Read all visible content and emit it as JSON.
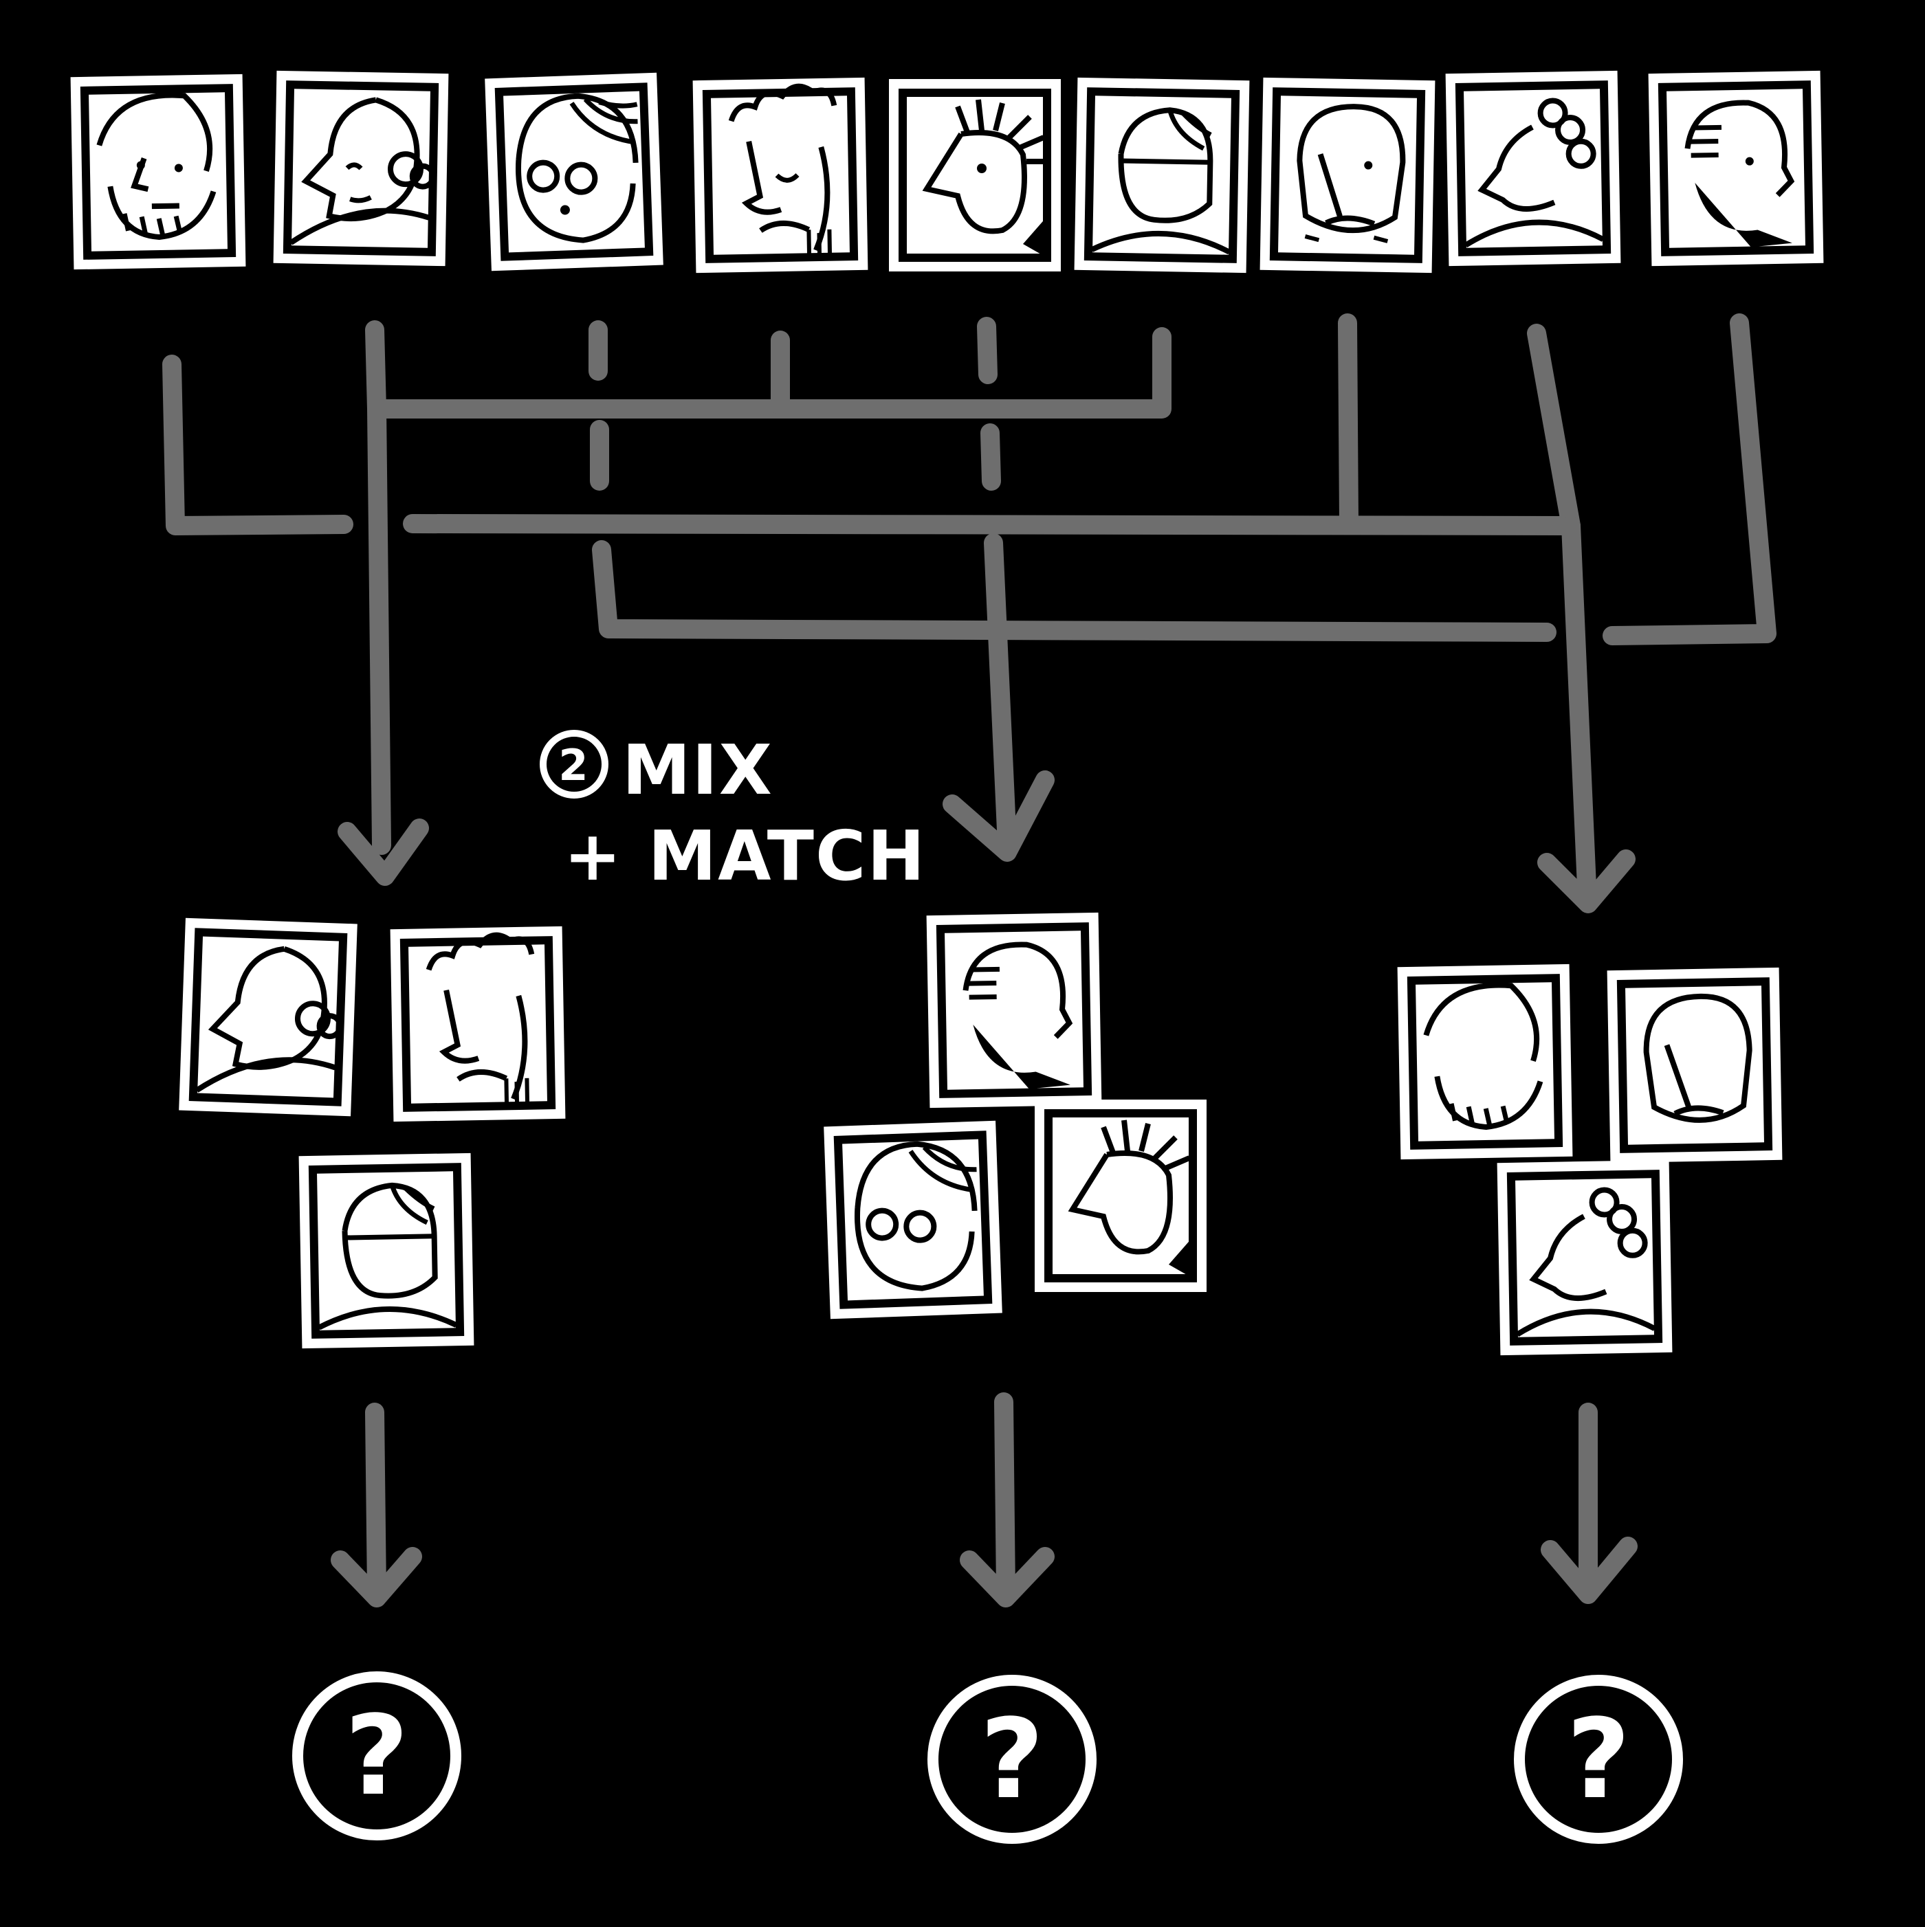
{
  "step": {
    "number": "2",
    "line1": "MIX",
    "line2": "+ MATCH"
  },
  "outcome": {
    "symbol": "?"
  },
  "colors": {
    "background": "#000000",
    "connector": "#6e6e6e",
    "ink": "#ffffff"
  },
  "portraits": [
    {
      "id": 1,
      "icon": "bearded-man-portrait-icon"
    },
    {
      "id": 2,
      "icon": "glasses-woman-portrait-icon"
    },
    {
      "id": 3,
      "icon": "curly-glasses-portrait-icon"
    },
    {
      "id": 4,
      "icon": "curly-hair-frown-portrait-icon"
    },
    {
      "id": 5,
      "icon": "spiky-hair-portrait-icon"
    },
    {
      "id": 6,
      "icon": "side-part-portrait-icon"
    },
    {
      "id": 7,
      "icon": "old-man-portrait-icon"
    },
    {
      "id": 8,
      "icon": "bun-hair-portrait-icon"
    },
    {
      "id": 9,
      "icon": "bald-bearded-portrait-icon"
    }
  ],
  "groups": [
    {
      "members": [
        2,
        4,
        6
      ]
    },
    {
      "members": [
        9,
        3,
        5
      ]
    },
    {
      "members": [
        1,
        7,
        8
      ]
    }
  ]
}
